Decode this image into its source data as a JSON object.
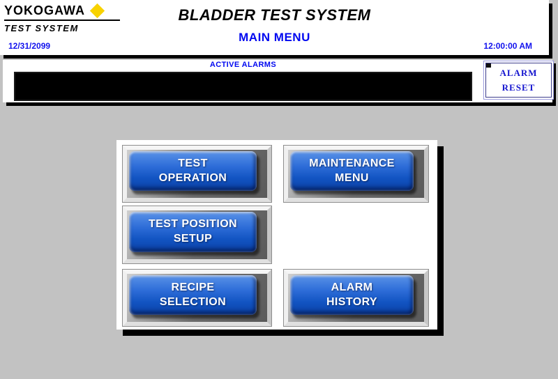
{
  "header": {
    "brand_name": "YOKOGAWA",
    "brand_sub": "TEST SYSTEM",
    "title": "BLADDER TEST SYSTEM",
    "screen_title": "MAIN MENU",
    "date": "12/31/2099",
    "time": "12:00:00 AM"
  },
  "alarms": {
    "label": "ACTIVE ALARMS",
    "display_text": "",
    "reset_button_label": "ALARM\nRESET"
  },
  "menu": {
    "buttons": [
      {
        "id": "test-operation",
        "label": "TEST\nOPERATION"
      },
      {
        "id": "maintenance-menu",
        "label": "MAINTENANCE\nMENU"
      },
      {
        "id": "test-position-setup",
        "label": "TEST POSITION\nSETUP"
      },
      {
        "id": "recipe-selection",
        "label": "RECIPE\nSELECTION"
      },
      {
        "id": "alarm-history",
        "label": "ALARM\nHISTORY"
      }
    ]
  },
  "colors": {
    "background": "#c2c2c2",
    "accent_blue_text": "#0008f0",
    "button_blue": "#1c5cc8",
    "diamond_yellow": "#f8d200",
    "panel_white": "#ffffff",
    "shadow_black": "#000000"
  }
}
